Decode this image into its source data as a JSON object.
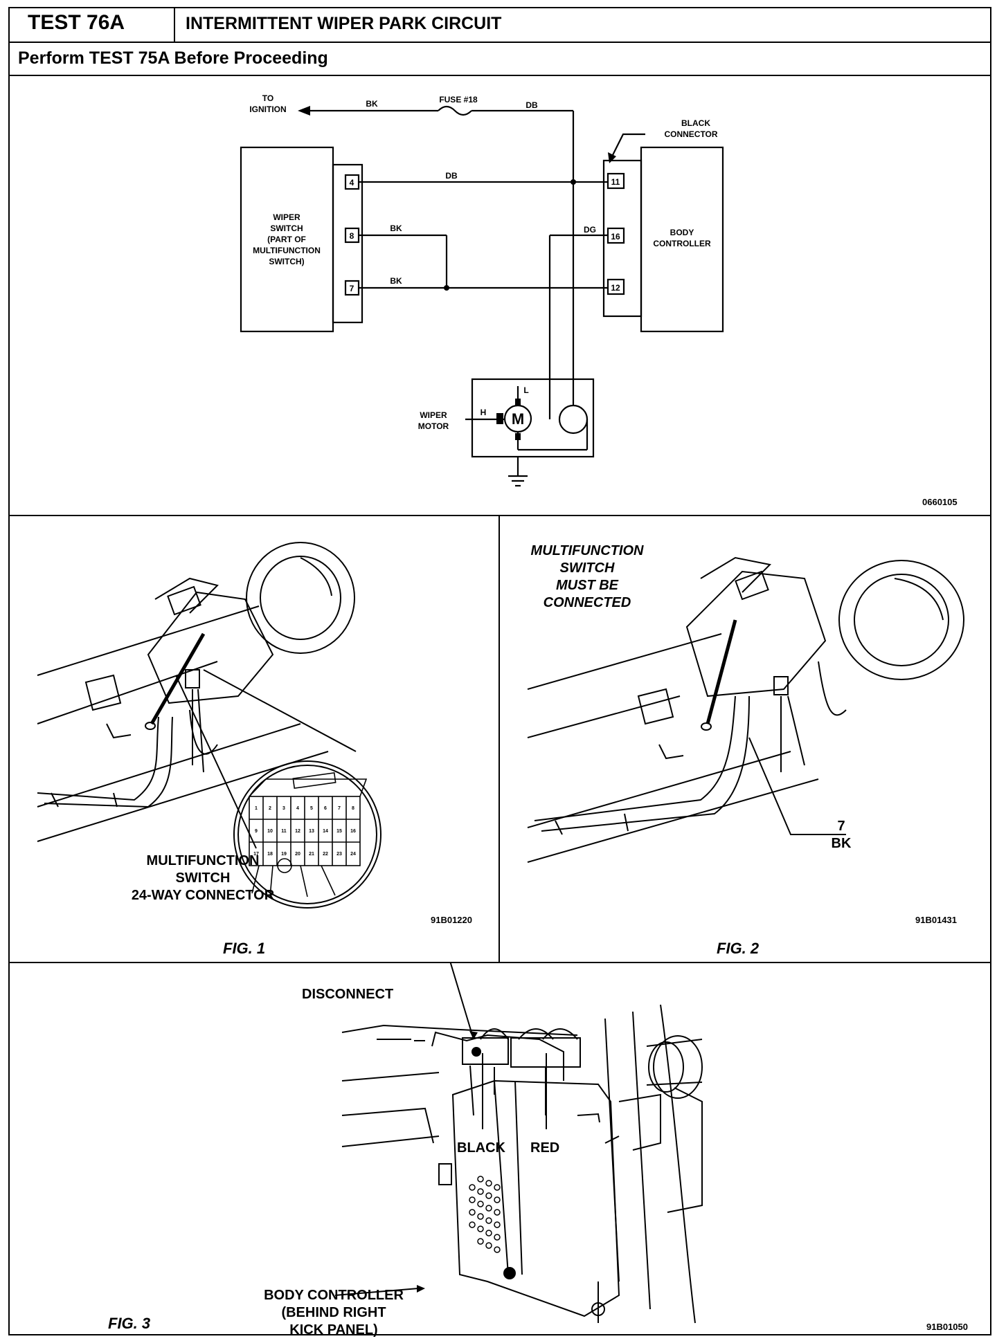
{
  "header": {
    "test_id": "TEST 76A",
    "title": "INTERMITTENT WIPER PARK CIRCUIT",
    "subtitle": "Perform TEST 75A Before Proceeding"
  },
  "schematic": {
    "to_ignition_line1": "TO",
    "to_ignition_line2": "IGNITION",
    "wire_bk_top": "BK",
    "fuse": "FUSE #18",
    "wire_db_top": "DB",
    "black_connector_line1": "BLACK",
    "black_connector_line2": "CONNECTOR",
    "wiper_switch_lines": [
      "WIPER",
      "SWITCH",
      "(PART OF",
      "MULTIFUNCTION",
      "SWITCH)"
    ],
    "body_controller_lines": [
      "BODY",
      "CONTROLLER"
    ],
    "switch_pins": [
      "4",
      "8",
      "7"
    ],
    "controller_pins": [
      "11",
      "16",
      "12"
    ],
    "wire_db_pin4": "DB",
    "wire_bk_pin8": "BK",
    "wire_bk_pin7": "BK",
    "wire_dg": "DG",
    "wiper_motor_line1": "WIPER",
    "wiper_motor_line2": "MOTOR",
    "motor_symbol": "M",
    "motor_terminal_h": "H",
    "motor_terminal_l": "L",
    "ref": "0660105"
  },
  "fig1": {
    "caption_lines": [
      "MULTIFUNCTION",
      "SWITCH",
      "24-WAY CONNECTOR"
    ],
    "ref": "91B01220",
    "label": "FIG. 1",
    "connector_pins": [
      "1",
      "2",
      "3",
      "4",
      "5",
      "6",
      "7",
      "8",
      "9",
      "10",
      "11",
      "12",
      "13",
      "14",
      "15",
      "16",
      "17",
      "18",
      "19",
      "20",
      "21",
      "22",
      "23",
      "24"
    ]
  },
  "fig2": {
    "note_lines": [
      "MULTIFUNCTION",
      "SWITCH",
      "MUST BE",
      "CONNECTED"
    ],
    "wire_label_line1": "7",
    "wire_label_line2": "BK",
    "ref": "91B01431",
    "label": "FIG. 2"
  },
  "fig3": {
    "disconnect": "DISCONNECT",
    "black": "BLACK",
    "red": "RED",
    "body_controller_lines": [
      "BODY CONTROLLER",
      "(BEHIND RIGHT",
      "KICK PANEL)"
    ],
    "ref": "91B01050",
    "label": "FIG. 3"
  }
}
